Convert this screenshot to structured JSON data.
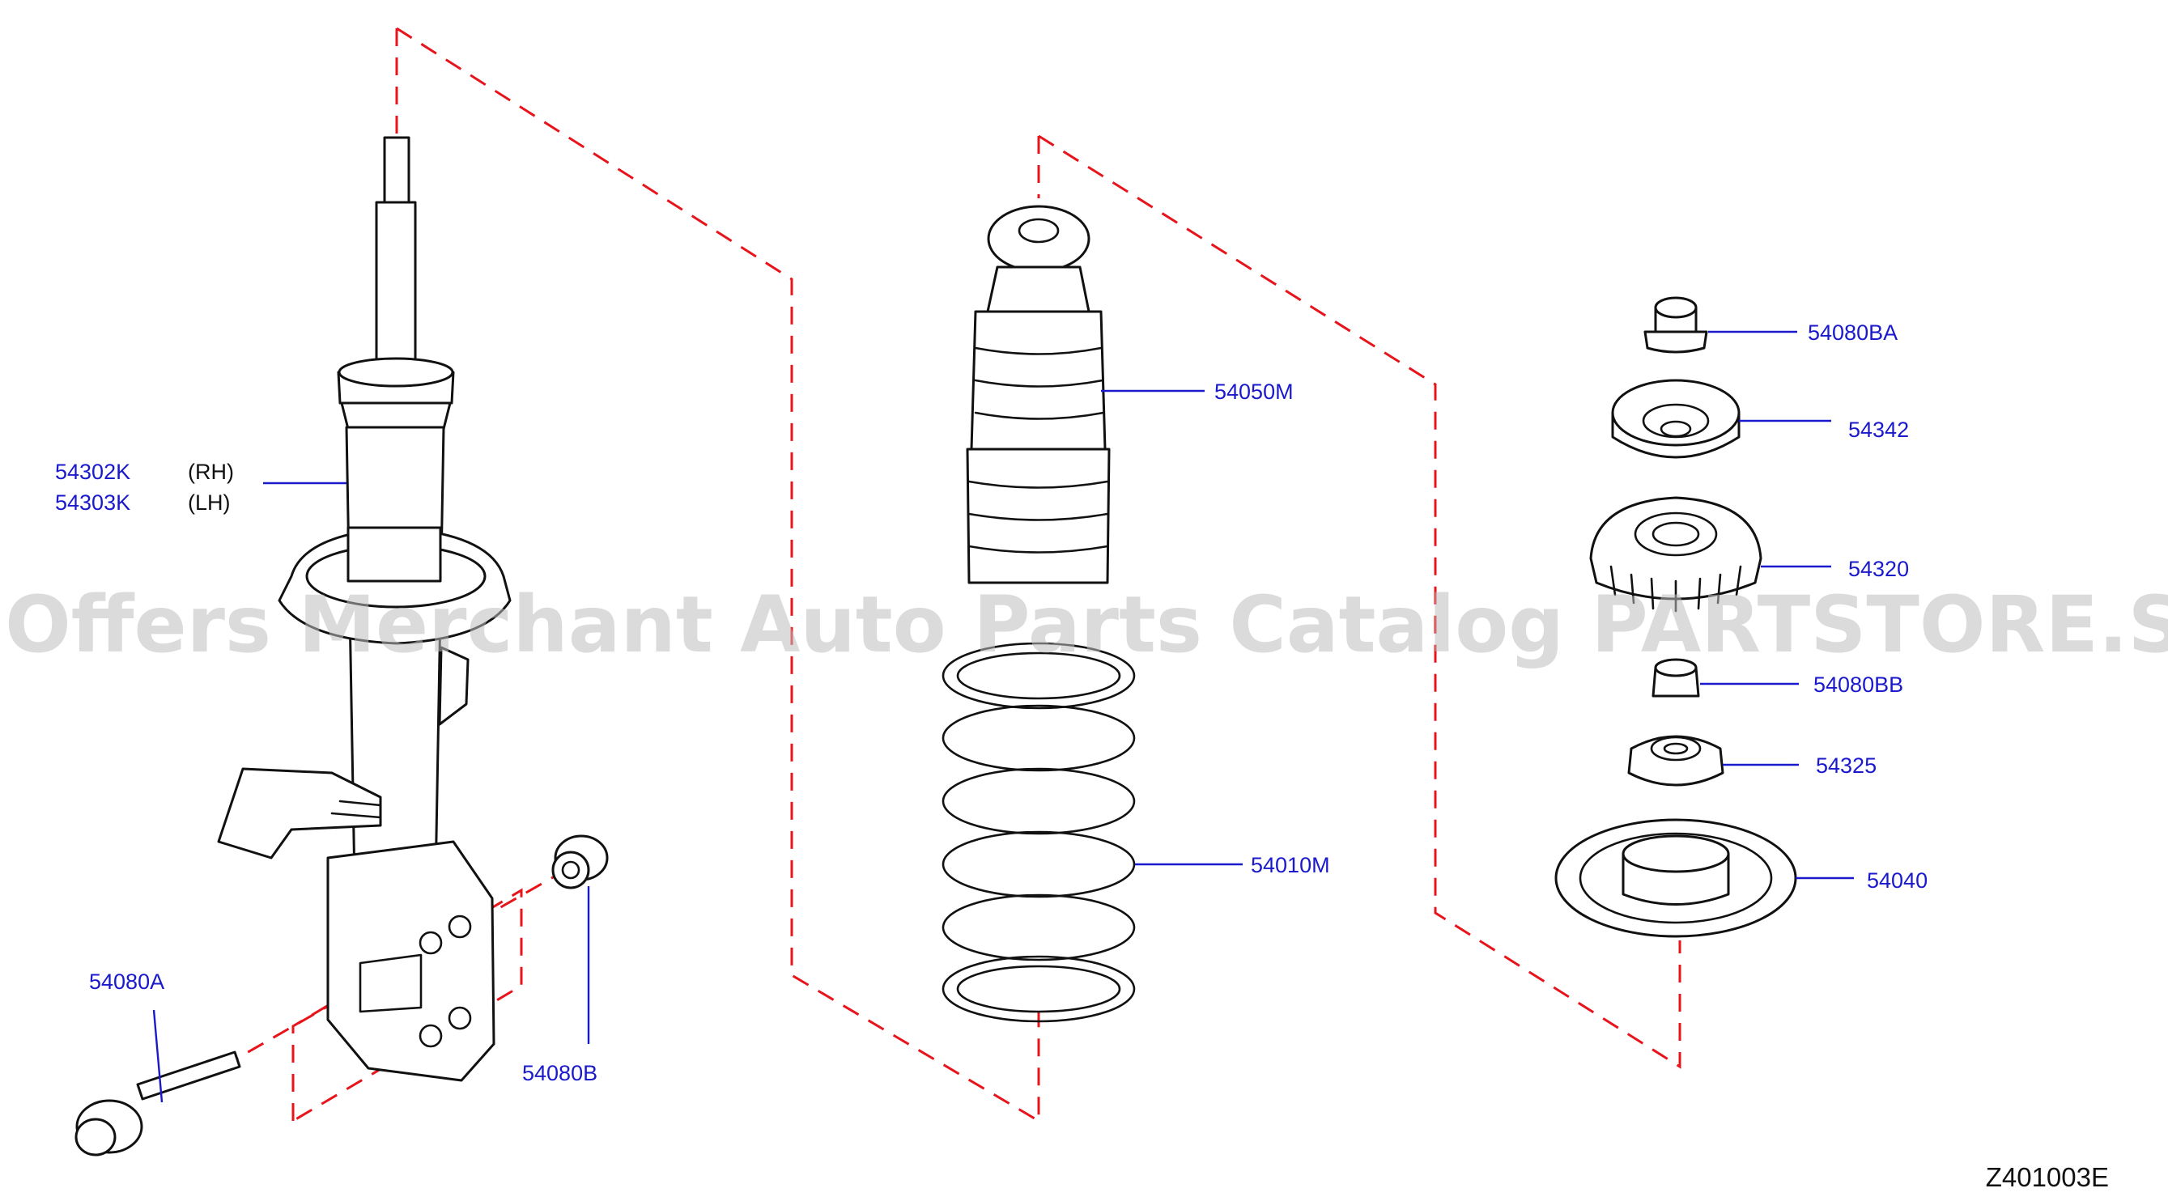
{
  "watermark": "Offers Merchant Auto Parts Catalog PARTSTORE.SA",
  "figure_code": "Z401003E",
  "colors": {
    "part_label": "#1a1acc",
    "phantom_line": "#e8141c",
    "watermark": "#bdbdbd",
    "outline": "#111111"
  },
  "parts": {
    "strut_rh": {
      "number": "54302K",
      "side": "(RH)"
    },
    "strut_lh": {
      "number": "54303K",
      "side": "(LH)"
    },
    "bolt": "54080A",
    "nut_lower": "54080B",
    "bump_stopper": "54050M",
    "coil_spring": "54010M",
    "nut_top": "54080BA",
    "washer": "54342",
    "mounting_insulator": "54320",
    "nut_mid": "54080BB",
    "bearing": "54325",
    "spring_seat": "54040"
  }
}
